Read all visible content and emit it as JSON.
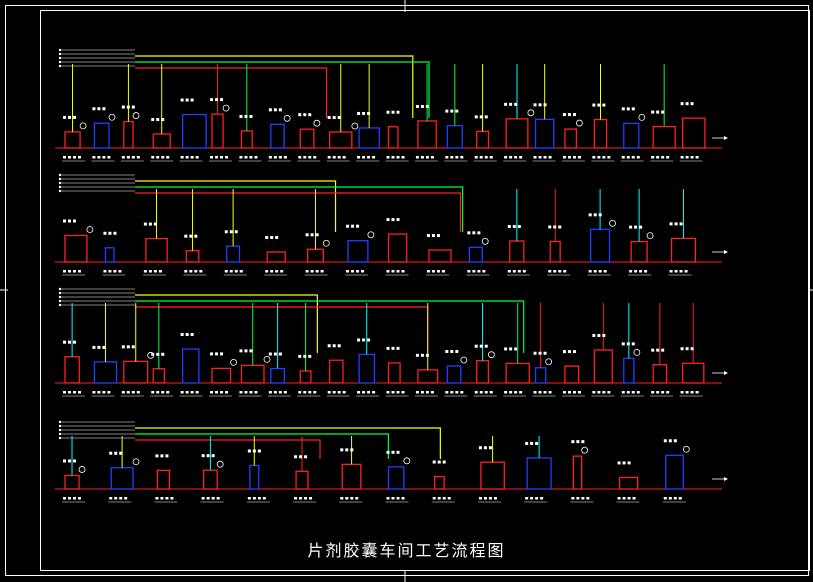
{
  "drawing": {
    "title": "片剂胶囊车间工艺流程图",
    "colors": {
      "background": "#000000",
      "frame": "#ffffff",
      "process": "#ff2020",
      "equipment": "#2040ff",
      "pipe_yellow": "#ffff00",
      "pipe_green": "#00ff40",
      "pipe_cyan": "#00ffff",
      "label": "#ffffff"
    },
    "rows": [
      {
        "name": "row-1",
        "equipment_count": 22
      },
      {
        "name": "row-2",
        "equipment_count": 16
      },
      {
        "name": "row-3",
        "equipment_count": 22
      },
      {
        "name": "row-4",
        "equipment_count": 14
      }
    ]
  }
}
